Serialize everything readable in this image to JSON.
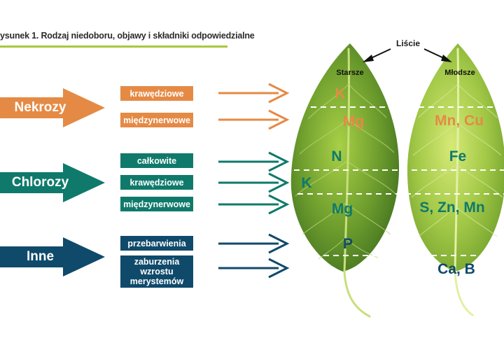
{
  "title": "ysunek 1. Rodzaj niedoboru, objawy i składniki odpowiedzialne",
  "colors": {
    "necrosis": "#e58a45",
    "chlorosis": "#0f7a6b",
    "other": "#0f4a6b",
    "accent": "#a7c93c"
  },
  "categories": [
    {
      "label": "Nekrozy",
      "boxes": [
        "krawędziowe",
        "międzynerwowe"
      ]
    },
    {
      "label": "Chlorozy",
      "boxes": [
        "całkowite",
        "krawędziowe",
        "międzynerwowe"
      ]
    },
    {
      "label": "Inne",
      "boxes": [
        "przebarwienia",
        "zaburzenia wzrostu merystemów"
      ]
    }
  ],
  "leaves": {
    "caption": "Liście",
    "older": "Starsze",
    "younger": "Młodsze"
  },
  "nutrients": {
    "older": [
      "K",
      "Mg",
      "N",
      "K",
      "Mg",
      "P"
    ],
    "younger": [
      "Mn, Cu",
      "Fe",
      "S, Zn, Mn",
      "Ca, B"
    ]
  }
}
